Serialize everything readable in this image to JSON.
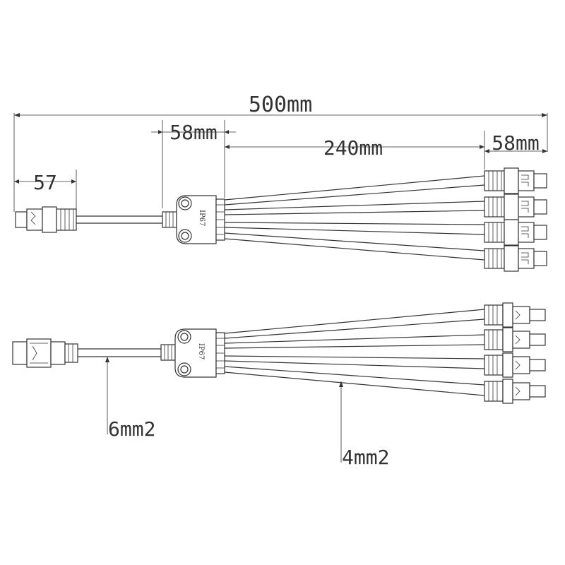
{
  "dimensions": {
    "total": "500mm",
    "left_connector": "57",
    "splitter": "58mm",
    "branch": "240mm",
    "right_connector": "58mm"
  },
  "splitter_label": "IP67",
  "wire_labels": {
    "main_cable": "6mm2",
    "branch_cable": "4mm2"
  },
  "colors": {
    "line": "#333333",
    "background": "#ffffff"
  }
}
